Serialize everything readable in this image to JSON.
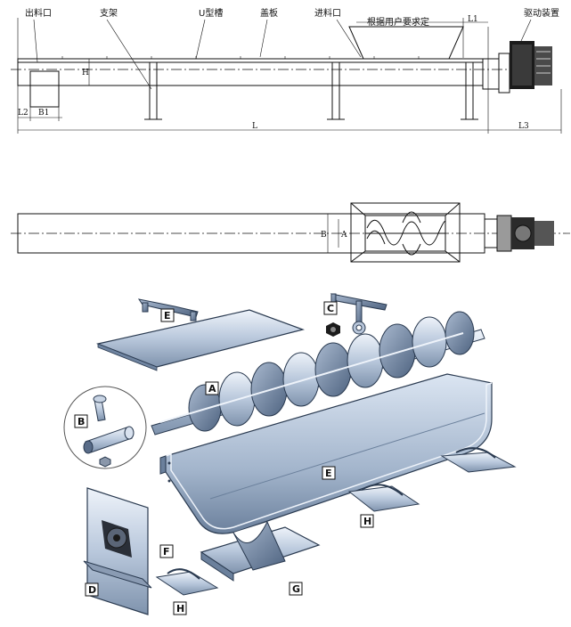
{
  "side_view": {
    "outlet_label": "出料口",
    "support_label": "支架",
    "u_trough_label": "U型槽",
    "cover_label": "盖板",
    "inlet_label": "进料口",
    "custom_note": "根据用户要求定",
    "drive_label": "驱动装置",
    "dim_L1": "L1",
    "dim_H": "H",
    "dim_L2": "L2",
    "dim_B1": "B1",
    "dim_L": "L",
    "dim_L3": "L3"
  },
  "top_view": {
    "dim_B": "B",
    "dim_A": "A"
  },
  "exploded_view": {
    "parts": {
      "E_top": "E",
      "C": "C",
      "A": "A",
      "B": "B",
      "E_trough": "E",
      "H_right": "H",
      "D": "D",
      "F": "F",
      "H_left": "H",
      "G": "G"
    }
  }
}
